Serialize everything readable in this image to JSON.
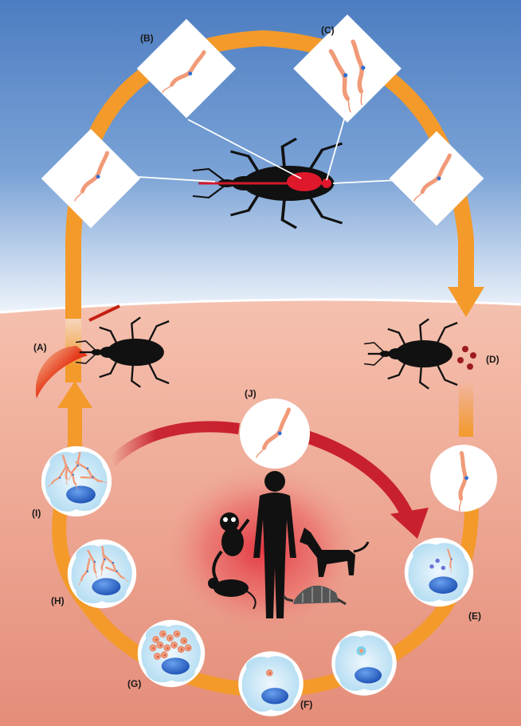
{
  "labels": {
    "A": "(A)",
    "B": "(B)",
    "C": "(C)",
    "D": "(D)",
    "E": "(E)",
    "F": "(F)",
    "G": "(G)",
    "H": "(H)",
    "I": "(I)",
    "J": "(J)"
  },
  "colors": {
    "sky_top": "#4e7fc2",
    "sky_bottom": "#e9f1fa",
    "ground_top": "#fbe1d8",
    "ground_bottom": "#e58e7a",
    "cycle_orange": "#f39a2b",
    "inner_red": "#c8202e",
    "bug": "#111111",
    "parasite": "#f19a78",
    "nucleus": "#2f6fd6",
    "glow": "#e0303c"
  },
  "icons": [
    "kissing-bug-icon",
    "trypanosome-icon",
    "host-cell-icon",
    "human-silhouette-icon",
    "monkey-icon",
    "dog-icon",
    "rat-icon",
    "armadillo-icon"
  ]
}
